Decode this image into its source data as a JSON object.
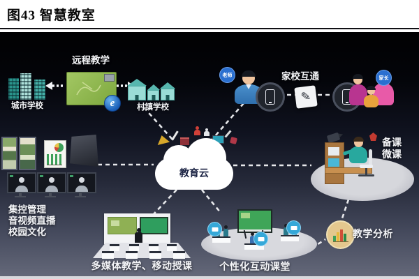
{
  "figure": {
    "title": "图43 智慧教室"
  },
  "remote": {
    "title": "远程教学",
    "city": "城市学校",
    "village": "村镇学校"
  },
  "homeschool": {
    "title": "家校互通",
    "teacher_badge": "老师",
    "parent_badge": "家长"
  },
  "cloud": {
    "label": "教育云"
  },
  "control": {
    "line1": "集控管理",
    "line2": "音视频直播",
    "line3": "校园文化"
  },
  "multimedia": {
    "label": "多媒体教学、移动授课"
  },
  "interactive": {
    "label": "个性化互动课堂"
  },
  "analysis": {
    "label": "教学分析"
  },
  "prep": {
    "line1": "备课",
    "line2": "微课"
  },
  "browser": {
    "letter": "e"
  },
  "icons": {
    "message_glyph": "✎"
  },
  "colors": {
    "background_top": "#010102",
    "background_bottom": "#646879",
    "board_green": "#8fb64e",
    "cloud_fill": "#ffffff",
    "cloud_text": "#1c2444",
    "badge_blue": "#2a6fd0",
    "tablet_blue": "#35a8d8",
    "analysis_tan": "#e4c88e",
    "school_teal": "#45b0a8",
    "family_pink": "#e85aa8"
  }
}
